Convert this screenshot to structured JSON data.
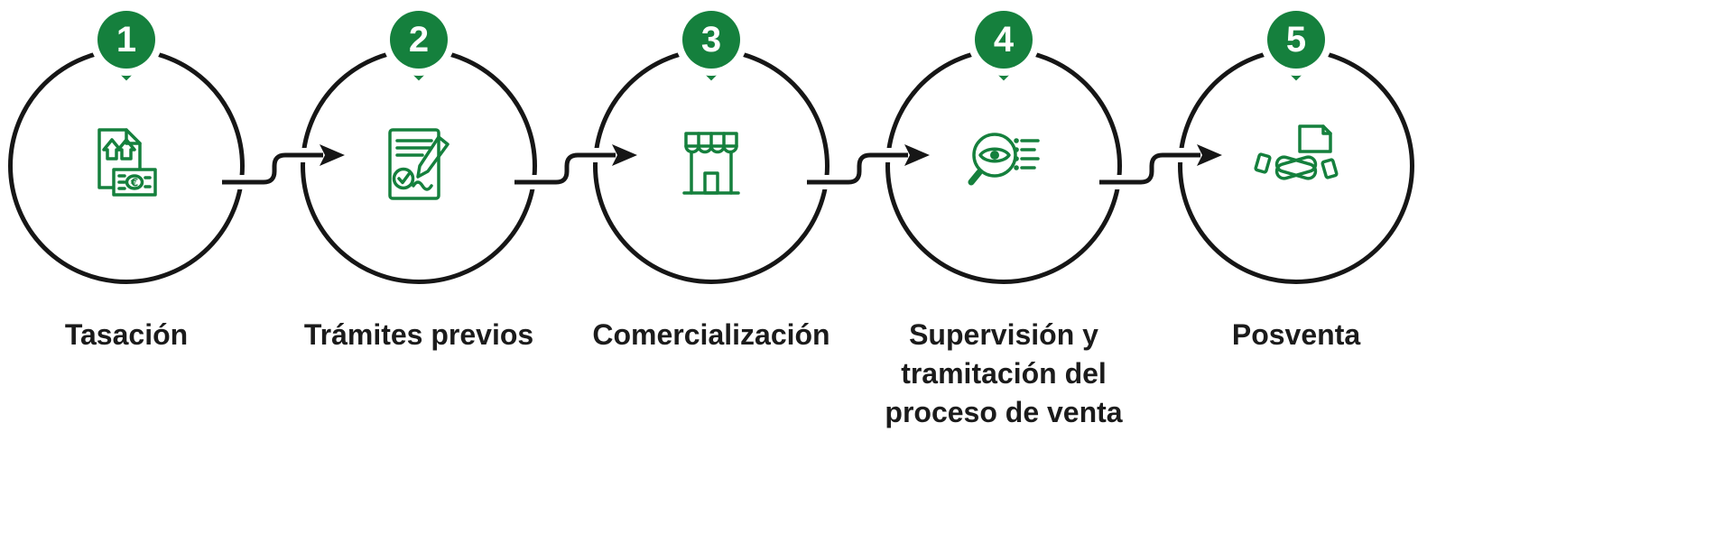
{
  "diagram": {
    "name": "sales-process-flow",
    "step_count": 5
  },
  "steps": [
    {
      "number": "1",
      "label": "Tasación",
      "icon": "appraisal-document-money-icon"
    },
    {
      "number": "2",
      "label": "Trámites previos",
      "icon": "signed-contract-pen-icon"
    },
    {
      "number": "3",
      "label": "Comercialización",
      "icon": "storefront-icon"
    },
    {
      "number": "4",
      "label": "Supervisión y tramitación del proceso de venta",
      "icon": "eye-magnifier-checklist-icon"
    },
    {
      "number": "5",
      "label": "Posventa",
      "icon": "handshake-document-icon"
    }
  ],
  "colors": {
    "accent_green": "#15803D",
    "outline_black": "#161616",
    "text": "#1B1B1B",
    "background": "#FFFFFF"
  }
}
